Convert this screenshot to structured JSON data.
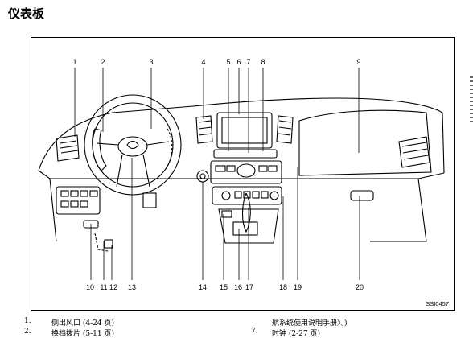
{
  "page": {
    "title": "仪表板",
    "figure_code": "SSI0457"
  },
  "callouts": {
    "top": [
      "1",
      "2",
      "3",
      "4",
      "5",
      "6",
      "7",
      "8",
      "9"
    ],
    "bottom": [
      "10",
      "11",
      "12",
      "13",
      "14",
      "15",
      "16",
      "17",
      "18",
      "19",
      "20"
    ]
  },
  "captions": {
    "left": [
      {
        "num": "1.",
        "text": "侧出风口 (4-24 页)"
      },
      {
        "num": "2.",
        "text": "换档拨片 (5-11 页)"
      }
    ],
    "right": [
      {
        "num": "",
        "text": "航系统使用说明手册》。)"
      },
      {
        "num": "7.",
        "text": "时钟 (2-27 页)"
      }
    ]
  }
}
